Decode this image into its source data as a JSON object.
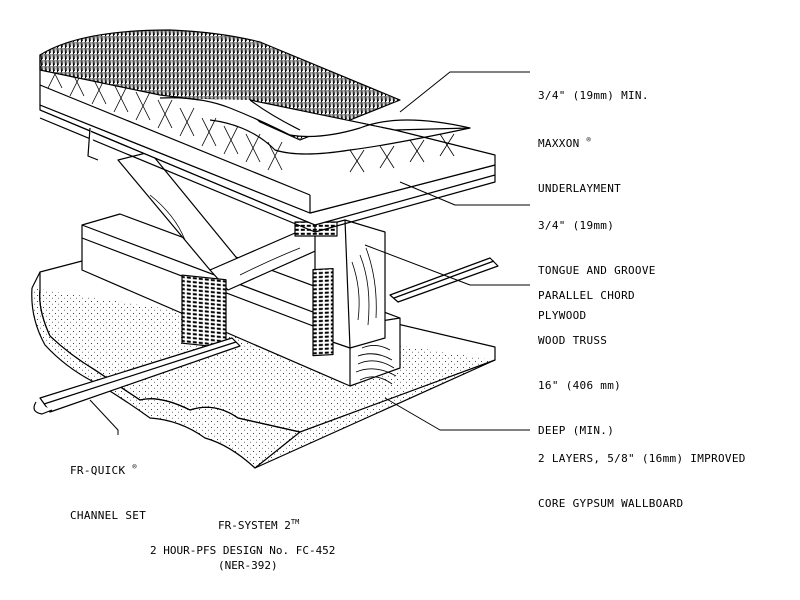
{
  "callouts": {
    "underlayment": {
      "line1": "3/4\" (19mm) MIN.",
      "line2": "MAXXON",
      "line2_mark": "®",
      "line3": "UNDERLAYMENT"
    },
    "plywood": {
      "line1": "3/4\" (19mm)",
      "line2": "TONGUE AND GROOVE",
      "line3": "PLYWOOD"
    },
    "truss": {
      "line1": "PARALLEL CHORD",
      "line2": "WOOD TRUSS",
      "line3": "16\" (406 mm)",
      "line4": "DEEP (MIN.)"
    },
    "wallboard": {
      "line1": "2 LAYERS, 5/8\" (16mm) IMPROVED",
      "line2": "CORE GYPSUM WALLBOARD"
    },
    "channel": {
      "line1": "FR-QUICK",
      "line1_mark": "®",
      "line2": "CHANNEL SET"
    }
  },
  "caption": {
    "system": "FR-SYSTEM 2",
    "system_mark": "TM",
    "design": "2 HOUR-PFS DESIGN No. FC-452",
    "ner": "(NER-392)"
  }
}
